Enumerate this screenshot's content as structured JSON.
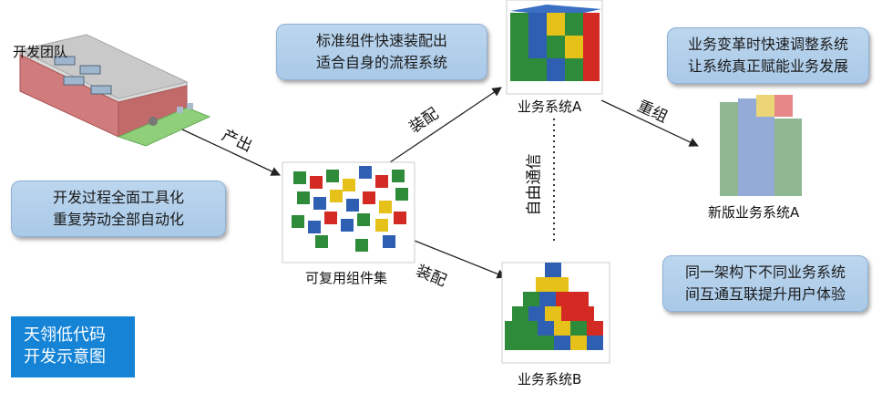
{
  "team_label": "开发团队",
  "callout_tools": [
    "开发过程全面工具化",
    "重复劳动全部自动化"
  ],
  "callout_assembly": [
    "标准组件快速装配出",
    "适合自身的流程系统"
  ],
  "callout_reorg": [
    "业务变革时快速调整系统",
    "让系统真正赋能业务发展"
  ],
  "callout_interop": [
    "同一架构下不同业务系统",
    "间互通互联提升用户体验"
  ],
  "component_set_label": "可复用组件集",
  "system_a_label": "业务系统A",
  "system_b_label": "业务系统B",
  "new_system_label": "新版业务系统A",
  "arrow_output": "产出",
  "arrow_assemble_a": "装配",
  "arrow_assemble_b": "装配",
  "arrow_reorg": "重组",
  "free_comm": "自由通信",
  "badge": [
    "天翎低代码",
    "开发示意图"
  ],
  "colors": {
    "callout_bg": "#a9c9e8",
    "badge_bg": "#1684d6",
    "green": "#2e8b3a",
    "blue": "#2f5fb3",
    "yellow": "#e5c11a",
    "red": "#d42a24"
  }
}
